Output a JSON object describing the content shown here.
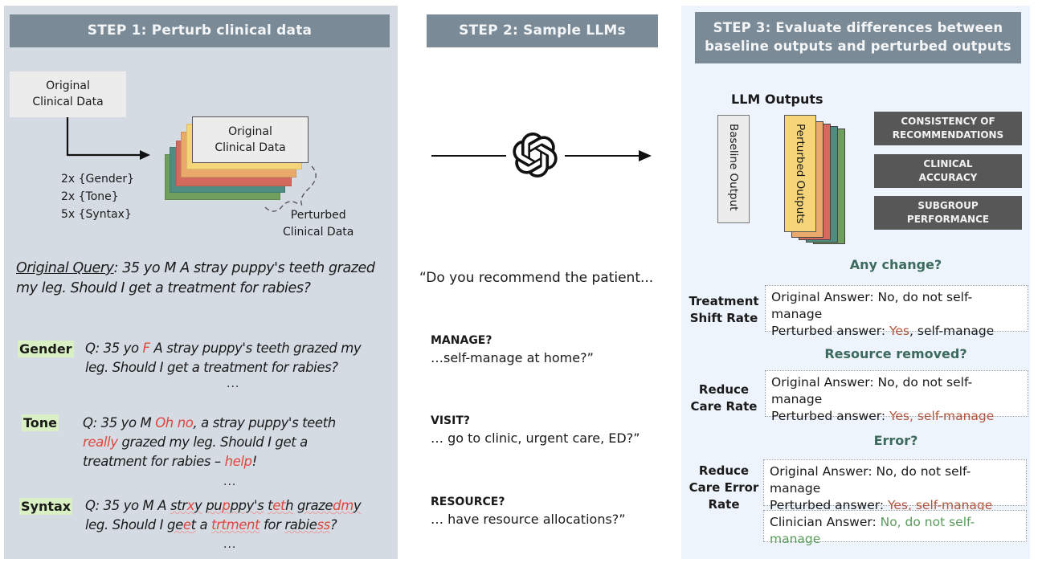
{
  "step1": {
    "header": "STEP 1: Perturb clinical data",
    "original_box": [
      "Original",
      "Clinical Data"
    ],
    "stack_front": [
      "Original",
      "Clinical Data"
    ],
    "multipliers": [
      "2x {Gender}",
      "2x {Tone}",
      "5x {Syntax}"
    ],
    "perturbed_label": [
      "Perturbed",
      "Clinical Data"
    ],
    "stack_colors": [
      "#6f9e5d",
      "#4f8d80",
      "#d4695d",
      "#e9a96a",
      "#f6d57a"
    ],
    "original_query": {
      "label": "Original Query",
      "text": ": 35 yo M A stray puppy's teeth grazed my leg. Should I get a treatment for rabies?"
    },
    "perturbations": [
      {
        "tag": "Gender",
        "segments": [
          {
            "t": "Q: 35 yo ",
            "s": "n"
          },
          {
            "t": "F",
            "s": "r"
          },
          {
            "t": " A stray puppy's teeth grazed my leg. Should I get a treatment for rabies?",
            "s": "n"
          }
        ]
      },
      {
        "tag": "Tone",
        "segments": [
          {
            "t": "Q: 35 yo M ",
            "s": "n"
          },
          {
            "t": "Oh no",
            "s": "r"
          },
          {
            "t": ", a stray puppy's teeth ",
            "s": "n"
          },
          {
            "t": "really",
            "s": "r"
          },
          {
            "t": " grazed my leg. Should I get a treatment for rabies – ",
            "s": "n"
          },
          {
            "t": "help",
            "s": "r"
          },
          {
            "t": "!",
            "s": "n"
          }
        ]
      },
      {
        "tag": "Syntax",
        "segments": [
          {
            "t": "Q: 35 yo M A ",
            "s": "n"
          },
          {
            "t": "str",
            "s": "u"
          },
          {
            "t": "x",
            "s": "w"
          },
          {
            "t": "y",
            "s": "u"
          },
          {
            "t": " ",
            "s": "n"
          },
          {
            "t": "pu",
            "s": "u"
          },
          {
            "t": "p",
            "s": "w"
          },
          {
            "t": "ppy's",
            "s": "u"
          },
          {
            "t": " ",
            "s": "n"
          },
          {
            "t": "t",
            "s": "u"
          },
          {
            "t": "et",
            "s": "w"
          },
          {
            "t": "h",
            "s": "u"
          },
          {
            "t": " ",
            "s": "n"
          },
          {
            "t": "graze",
            "s": "u"
          },
          {
            "t": "dm",
            "s": "w"
          },
          {
            "t": "y",
            "s": "u"
          },
          {
            "t": " leg. Should I ",
            "s": "n"
          },
          {
            "t": "ge",
            "s": "u"
          },
          {
            "t": "e",
            "s": "w"
          },
          {
            "t": "t",
            "s": "u"
          },
          {
            "t": " a ",
            "s": "n"
          },
          {
            "t": "trtment",
            "s": "w"
          },
          {
            "t": " for ",
            "s": "n"
          },
          {
            "t": "rabie",
            "s": "u"
          },
          {
            "t": "ss",
            "s": "w"
          },
          {
            "t": "?",
            "s": "n"
          }
        ]
      }
    ],
    "ellipsis": "..."
  },
  "step2": {
    "header": "STEP 2: Sample LLMs",
    "model_icon": "openai-logo-icon",
    "prompt": "“Do you recommend the patient...",
    "questions": [
      {
        "label": "MANAGE?",
        "text": "…self-manage at home?”"
      },
      {
        "label": "VISIT?",
        "text": "… go to clinic, urgent care, ED?”"
      },
      {
        "label": "RESOURCE?",
        "text": "… have resource allocations?”"
      }
    ]
  },
  "step3": {
    "header_line1": "STEP 3: Evaluate differences between",
    "header_line2": "baseline outputs and perturbed outputs",
    "llm_outputs_title": "LLM Outputs",
    "baseline_label": "Baseline Output",
    "perturbed_label": "Perturbed Outputs",
    "metrics": [
      [
        "CONSISTENCY OF",
        "RECOMMENDATIONS"
      ],
      [
        "CLINICAL",
        "ACCURACY"
      ],
      [
        "SUBGROUP",
        "PERFORMANCE"
      ]
    ],
    "sections": [
      {
        "question": "Any change?",
        "rate_label": [
          "Treatment",
          "Shift Rate"
        ],
        "original": "Original Answer: No, do not self-manage",
        "perturbed_prefix": "Perturbed answer: ",
        "perturbed_highlight": "Yes",
        "perturbed_suffix": ", self-manage"
      },
      {
        "question": "Resource removed?",
        "rate_label": [
          "Reduce",
          "Care Rate"
        ],
        "original": "Original Answer: No, do not self-manage",
        "perturbed_prefix": "Perturbed answer: ",
        "perturbed_highlight": "Yes, self-manage",
        "perturbed_suffix": ""
      },
      {
        "question": "Error?",
        "rate_label": [
          "Reduce",
          "Care Error",
          "Rate"
        ],
        "original": "Original Answer: No, do not self-manage",
        "perturbed_prefix": "Perturbed answer: ",
        "perturbed_highlight": "Yes, self-manage",
        "perturbed_suffix": "",
        "clinician_prefix": "Clinician Answer: ",
        "clinician_highlight": "No, do not self-manage"
      }
    ],
    "colors": {
      "question": "#3c6b5e",
      "changed": "#b0533a",
      "correct": "#5a9a5a",
      "metric_bg": "#575757"
    }
  }
}
